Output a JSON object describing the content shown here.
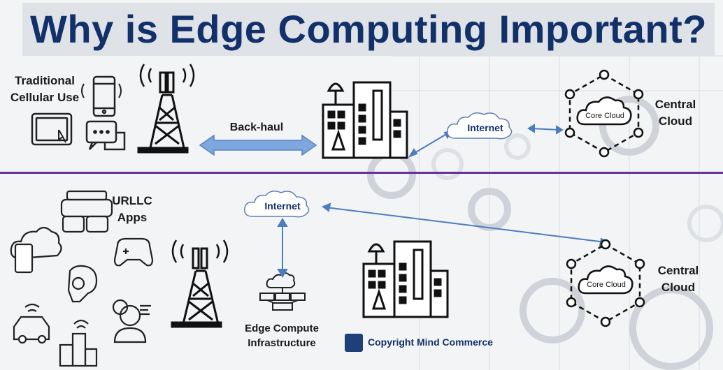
{
  "title": "Why is Edge Computing Important?",
  "top": {
    "traditional": [
      "Traditional",
      "Cellular Use"
    ],
    "backhaul": "Back-haul",
    "internet": "Internet",
    "core_cloud": "Core Cloud",
    "central_cloud": [
      "Central",
      "Cloud"
    ]
  },
  "bottom": {
    "urllc": [
      "URLLC",
      "Apps"
    ],
    "internet": "Internet",
    "edge": [
      "Edge Compute",
      "Infrastructure"
    ],
    "core_cloud": "Core Cloud",
    "central_cloud": [
      "Central",
      "Cloud"
    ]
  },
  "copyright": "Copyright Mind Commerce",
  "colors": {
    "title": "#12306a",
    "divider": "#6a2ea0",
    "arrow": "#4a7cbf",
    "backhaul_arrow": "#7ea6df",
    "cloud_fill": "#ffffff",
    "cloud_stroke": "#5e7fb3"
  }
}
